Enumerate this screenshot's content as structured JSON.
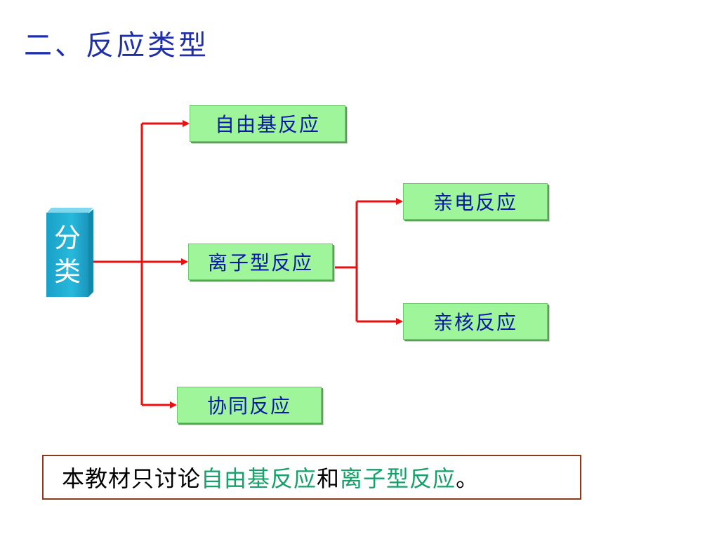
{
  "title": "二、反应类型",
  "root": {
    "char1": "分",
    "char2": "类"
  },
  "nodes": {
    "free_radical": "自由基反应",
    "ionic": "离子型反应",
    "concerted": "协同反应",
    "electrophilic": "亲电反应",
    "nucleophilic": "亲核反应"
  },
  "note": {
    "prefix": "本教材只讨论",
    "highlight1": "自由基反应",
    "middle": "和",
    "highlight2": "离子型反应",
    "suffix": "。"
  },
  "colors": {
    "title": "#1f2fa8",
    "arrow": "#e81010",
    "box_fill": "#9ff59a",
    "box_text": "#0a1aa6",
    "root_fill": "#27b9dc",
    "highlight": "#17a06a",
    "note_border": "#8b3a1a"
  }
}
